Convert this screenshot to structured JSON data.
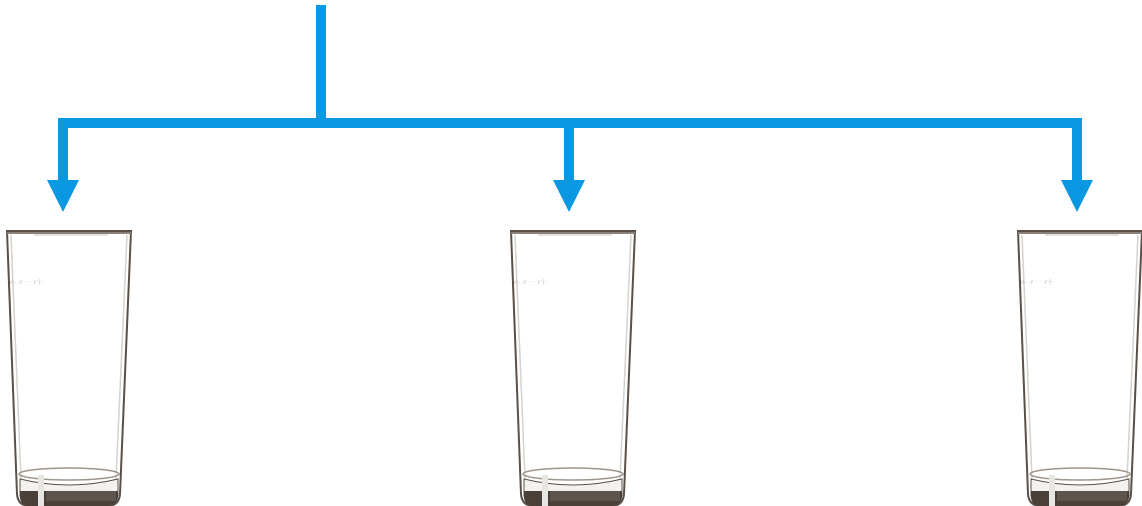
{
  "colors": {
    "arrow": "#0a98e2",
    "glass_outline": "#5a5048",
    "glass_rim": "#8a8078",
    "glass_base": "#4a403a",
    "glass_highlight": "#e8e6e2",
    "glass_shadow": "#d6d2cc"
  },
  "diagram": {
    "arrow_count": 3,
    "glass_count": 3,
    "glasses": [
      {
        "id": "glass-left",
        "contents": "empty"
      },
      {
        "id": "glass-center",
        "contents": "empty"
      },
      {
        "id": "glass-right",
        "contents": "empty"
      }
    ]
  }
}
